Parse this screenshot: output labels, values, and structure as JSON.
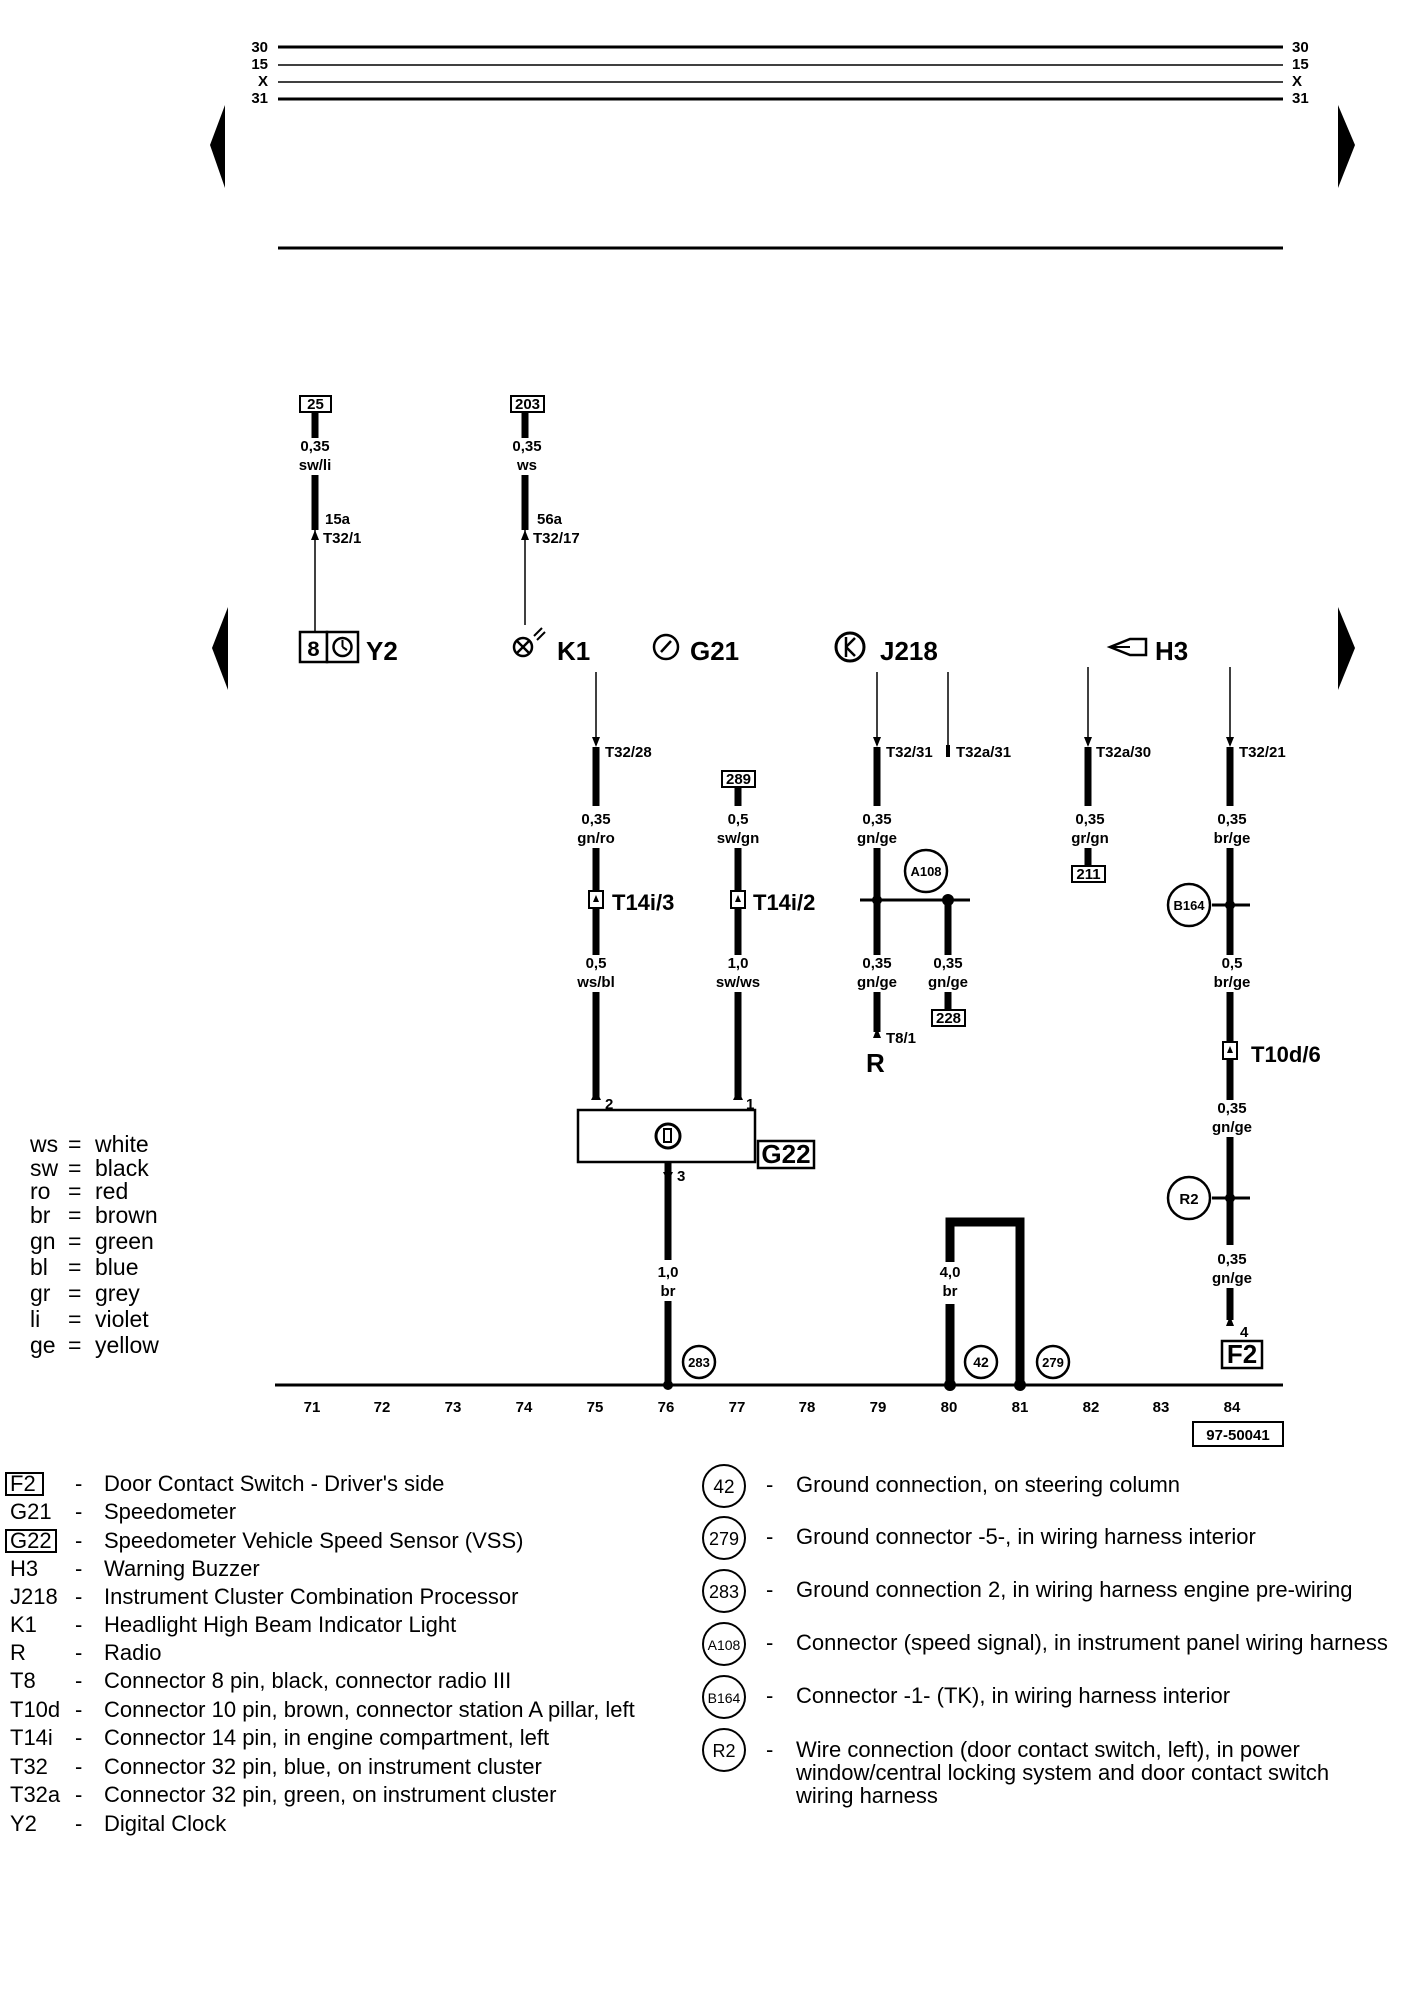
{
  "bus": {
    "labels": [
      "30",
      "15",
      "X",
      "31"
    ]
  },
  "wires": [
    {
      "id": "y2",
      "ref": "25",
      "size": "0,35",
      "color": "sw/li",
      "pin_a": "15a",
      "pin_b": "T32/1"
    },
    {
      "id": "k1",
      "ref": "203",
      "size": "0,35",
      "color": "ws",
      "pin_a": "56a",
      "pin_b": "T32/17"
    },
    {
      "id": "k1_down1",
      "size": "0,35",
      "color": "gn/ro",
      "pin": "T32/28"
    },
    {
      "id": "k1_down2",
      "size": "0,5",
      "color": "ws/bl"
    },
    {
      "id": "g22_2",
      "ref": "289",
      "size": "0,5",
      "color": "sw/gn"
    },
    {
      "id": "g22_2b",
      "size": "1,0",
      "color": "sw/ws"
    },
    {
      "id": "j218_a",
      "size": "0,35",
      "color": "gn/ge",
      "pin": "T32/31",
      "pin2": "T32a/31"
    },
    {
      "id": "j218_b",
      "size": "0,35",
      "color": "gn/ge",
      "pin": "T8/1"
    },
    {
      "id": "j218_c",
      "size": "0,35",
      "color": "gn/ge",
      "ref": "228"
    },
    {
      "id": "h3",
      "size": "0,35",
      "color": "gr/gn",
      "pin": "T32a/30",
      "ref": "211"
    },
    {
      "id": "f2_a",
      "size": "0,35",
      "color": "br/ge",
      "pin": "T32/21"
    },
    {
      "id": "f2_b",
      "size": "0,5",
      "color": "br/ge"
    },
    {
      "id": "f2_c",
      "size": "0,35",
      "color": "gn/ge"
    },
    {
      "id": "f2_d",
      "size": "0,35",
      "color": "gn/ge",
      "pin": "4"
    },
    {
      "id": "g22_gnd",
      "size": "1,0",
      "color": "br",
      "pin": "3"
    },
    {
      "id": "gnd80",
      "size": "4,0",
      "color": "br"
    }
  ],
  "connectors": {
    "t14i3": "T14i/3",
    "t14i2": "T14i/2",
    "t10d6": "T10d/6",
    "g22_pin2": "2",
    "g22_pin1": "1"
  },
  "components": {
    "y2": "Y2",
    "k1": "K1",
    "g21": "G21",
    "j218": "J218",
    "h3": "H3",
    "g22": "G22",
    "r": "R",
    "f2": "F2"
  },
  "junctions": {
    "a108": "A108",
    "b164": "B164",
    "r2": "R2",
    "g283": "283",
    "g42": "42",
    "g279": "279"
  },
  "ruler": [
    "71",
    "72",
    "73",
    "74",
    "75",
    "76",
    "77",
    "78",
    "79",
    "80",
    "81",
    "82",
    "83",
    "84"
  ],
  "figure_id": "97-50041",
  "color_key": [
    {
      "abbr": "ws",
      "name": "white"
    },
    {
      "abbr": "sw",
      "name": "black"
    },
    {
      "abbr": "ro",
      "name": "red"
    },
    {
      "abbr": "br",
      "name": "brown"
    },
    {
      "abbr": "gn",
      "name": "green"
    },
    {
      "abbr": "bl",
      "name": "blue"
    },
    {
      "abbr": "gr",
      "name": "grey"
    },
    {
      "abbr": "li",
      "name": "violet"
    },
    {
      "abbr": "ge",
      "name": "yellow"
    }
  ],
  "legend_left": [
    {
      "code": "F2",
      "boxed": true,
      "desc": "Door Contact Switch - Driver's side"
    },
    {
      "code": "G21",
      "boxed": false,
      "desc": "Speedometer"
    },
    {
      "code": "G22",
      "boxed": true,
      "desc": "Speedometer Vehicle Speed Sensor (VSS)"
    },
    {
      "code": "H3",
      "boxed": false,
      "desc": "Warning Buzzer"
    },
    {
      "code": "J218",
      "boxed": false,
      "desc": "Instrument Cluster Combination Processor"
    },
    {
      "code": "K1",
      "boxed": false,
      "desc": "Headlight High Beam Indicator Light"
    },
    {
      "code": "R",
      "boxed": false,
      "desc": "Radio"
    },
    {
      "code": "T8",
      "boxed": false,
      "desc": "Connector 8 pin, black, connector radio III"
    },
    {
      "code": "T10d",
      "boxed": false,
      "desc": "Connector 10 pin, brown, connector station A pillar, left"
    },
    {
      "code": "T14i",
      "boxed": false,
      "desc": "Connector 14 pin, in engine compartment, left"
    },
    {
      "code": "T32",
      "boxed": false,
      "desc": "Connector 32 pin, blue, on instrument cluster"
    },
    {
      "code": "T32a",
      "boxed": false,
      "desc": "Connector 32 pin, green, on instrument cluster"
    },
    {
      "code": "Y2",
      "boxed": false,
      "desc": "Digital Clock"
    }
  ],
  "legend_right": [
    {
      "code": "42",
      "lines": [
        "Ground connection, on steering column"
      ]
    },
    {
      "code": "279",
      "lines": [
        "Ground connector -5-, in wiring harness interior"
      ]
    },
    {
      "code": "283",
      "lines": [
        "Ground connection 2, in wiring harness engine pre-wiring"
      ]
    },
    {
      "code": "A108",
      "lines": [
        "Connector (speed signal), in instrument panel wiring harness"
      ]
    },
    {
      "code": "B164",
      "lines": [
        "Connector -1- (TK), in wiring harness interior"
      ]
    },
    {
      "code": "R2",
      "lines": [
        "Wire connection (door contact switch, left), in power",
        "window/central locking system and door contact switch",
        "wiring harness"
      ]
    }
  ]
}
